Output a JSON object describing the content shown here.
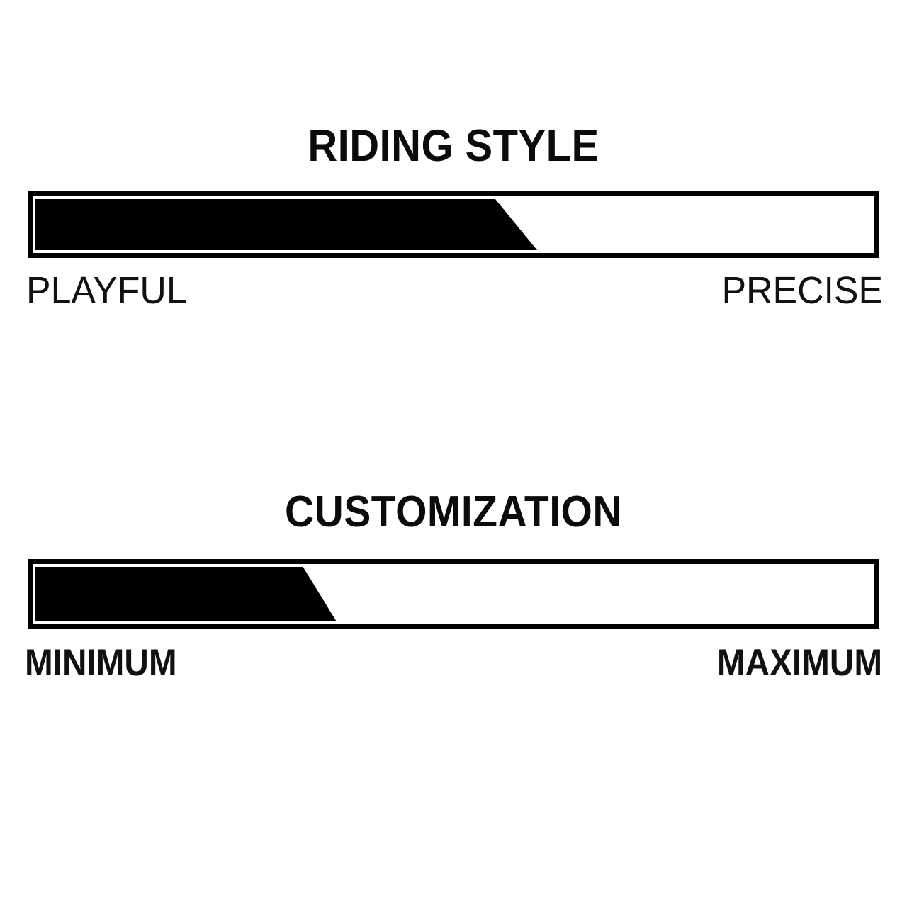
{
  "page": {
    "background_color": "#ffffff",
    "ink_color": "#000000"
  },
  "meters": [
    {
      "id": "riding-style",
      "title": "RIDING STYLE",
      "left_label": "PLAYFUL",
      "right_label": "PRECISE",
      "fill_percent_top": 55,
      "fill_percent_bottom": 60,
      "fill_color": "#000000",
      "track_color": "#ffffff",
      "frame_color": "#000000"
    },
    {
      "id": "customization",
      "title": "CUSTOMIZATION",
      "left_label": "MINIMUM",
      "right_label": "MAXIMUM",
      "fill_percent_top": 32,
      "fill_percent_bottom": 36,
      "fill_color": "#000000",
      "track_color": "#ffffff",
      "frame_color": "#000000"
    }
  ],
  "chart_data": {
    "type": "bar",
    "title": "",
    "categories": [
      "RIDING STYLE",
      "CUSTOMIZATION"
    ],
    "values": [
      57.5,
      34
    ],
    "xlabel": "",
    "ylabel": "",
    "ylim": [
      0,
      100
    ],
    "axis_endpoints": [
      {
        "category": "RIDING STYLE",
        "min_label": "PLAYFUL",
        "max_label": "PRECISE"
      },
      {
        "category": "CUSTOMIZATION",
        "min_label": "MINIMUM",
        "max_label": "MAXIMUM"
      }
    ],
    "grid": false,
    "legend": "none"
  }
}
